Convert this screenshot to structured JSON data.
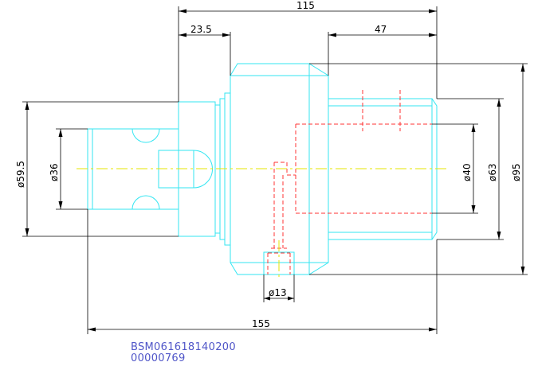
{
  "dimensions": {
    "overall_length_top": "115",
    "flange_offset": "23.5",
    "spigot_length": "47",
    "overall_length_bottom": "155",
    "diameter_shank": "ø59.5",
    "diameter_nose": "ø36",
    "diameter_bore": "ø40",
    "diameter_outer_shaft": "ø63",
    "diameter_flange": "ø95",
    "diameter_port": "ø13"
  },
  "part_number": "BSM061618140200",
  "serial_number": "00000769",
  "colors": {
    "outline": "#33e6f2",
    "hidden": "#ff3333",
    "centerline": "#e6e600",
    "dimension": "#000000",
    "annotation": "#4f55c8"
  }
}
